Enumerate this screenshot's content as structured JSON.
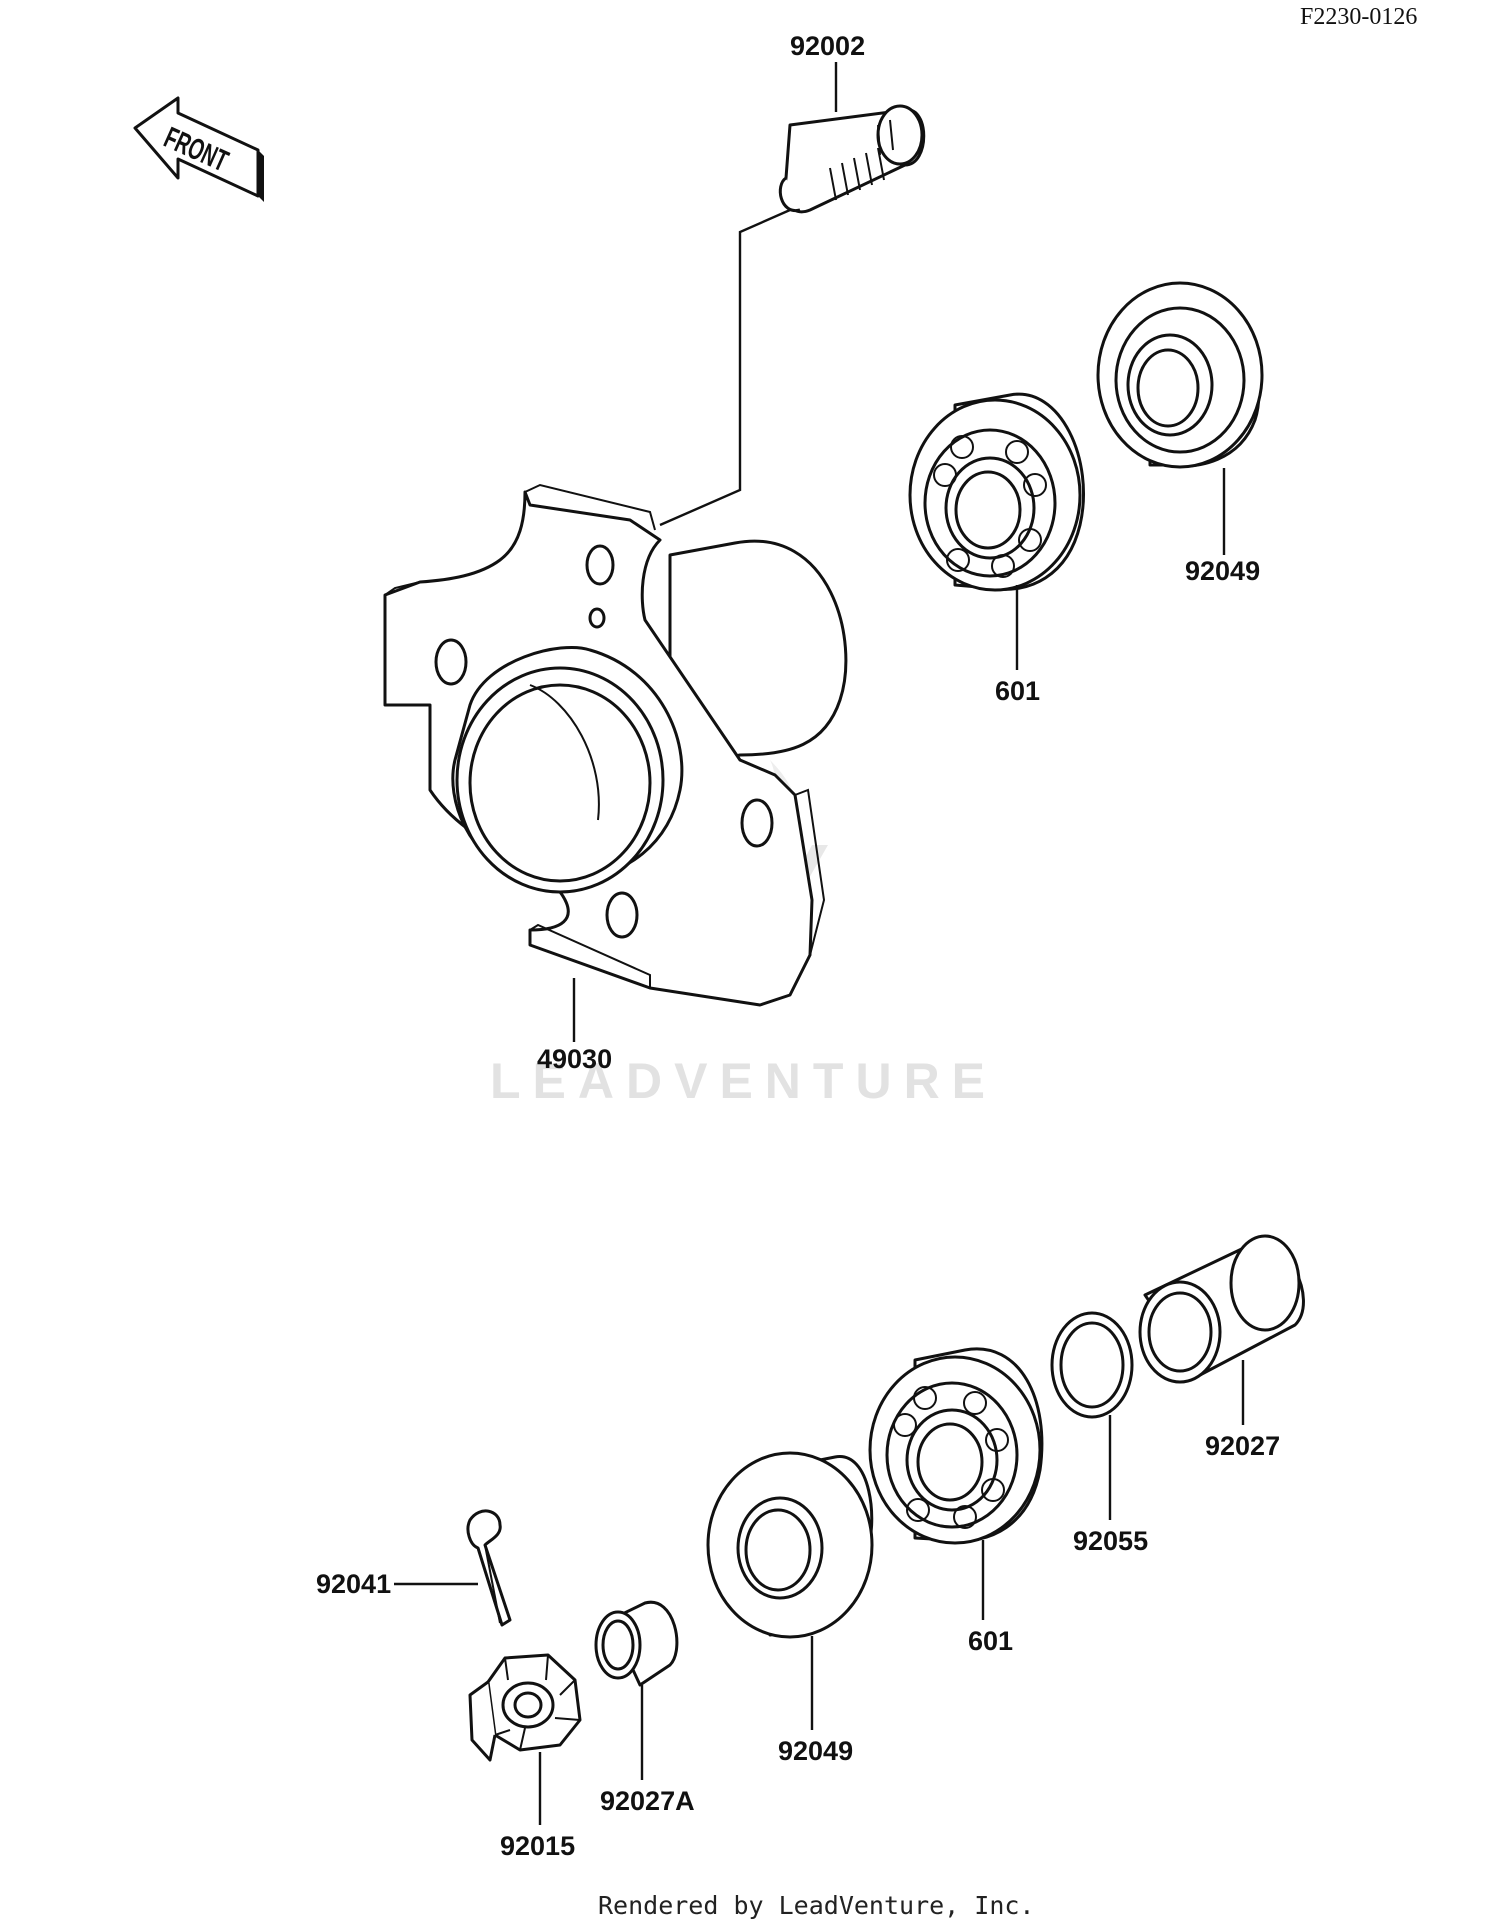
{
  "diagram": {
    "code": "F2230-0126",
    "front_label": "FRONT",
    "watermark": "LEADVENTURE",
    "footer": "Rendered by LeadVenture, Inc.",
    "parts": {
      "stud": "92002",
      "hub": "49030",
      "bearing_upper": "601",
      "seal_upper": "92049",
      "pin": "92041",
      "nut": "92015",
      "collar_small": "92027A",
      "seal_lower": "92049",
      "bearing_lower": "601",
      "washer": "92055",
      "collar_long": "92027"
    }
  }
}
